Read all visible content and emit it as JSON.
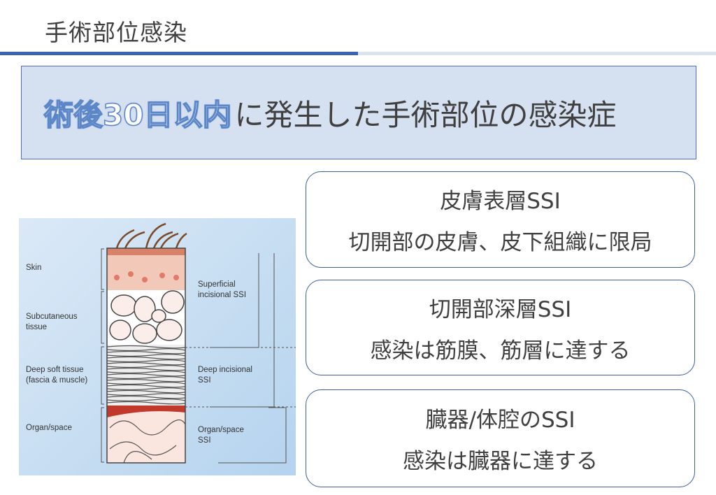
{
  "slide": {
    "title": "手術部位感染"
  },
  "banner": {
    "highlight": "術後30日以内",
    "rest": "に発生した手術部位の感染症"
  },
  "cards": [
    {
      "heading": "皮膚表層SSI",
      "desc": "切開部の皮膚、皮下組織に限局"
    },
    {
      "heading": "切開部深層SSI",
      "desc": "感染は筋膜、筋層に達する"
    },
    {
      "heading": "臓器/体腔のSSI",
      "desc": "感染は臓器に達する"
    }
  ],
  "figure": {
    "layers": [
      "Skin",
      "Subcutaneous tissue",
      "Deep soft tissue (fascia & muscle)",
      "Organ/space"
    ],
    "ssi_types": [
      "Superficial incisional SSI",
      "Deep incisional SSI",
      "Organ/space SSI"
    ]
  }
}
